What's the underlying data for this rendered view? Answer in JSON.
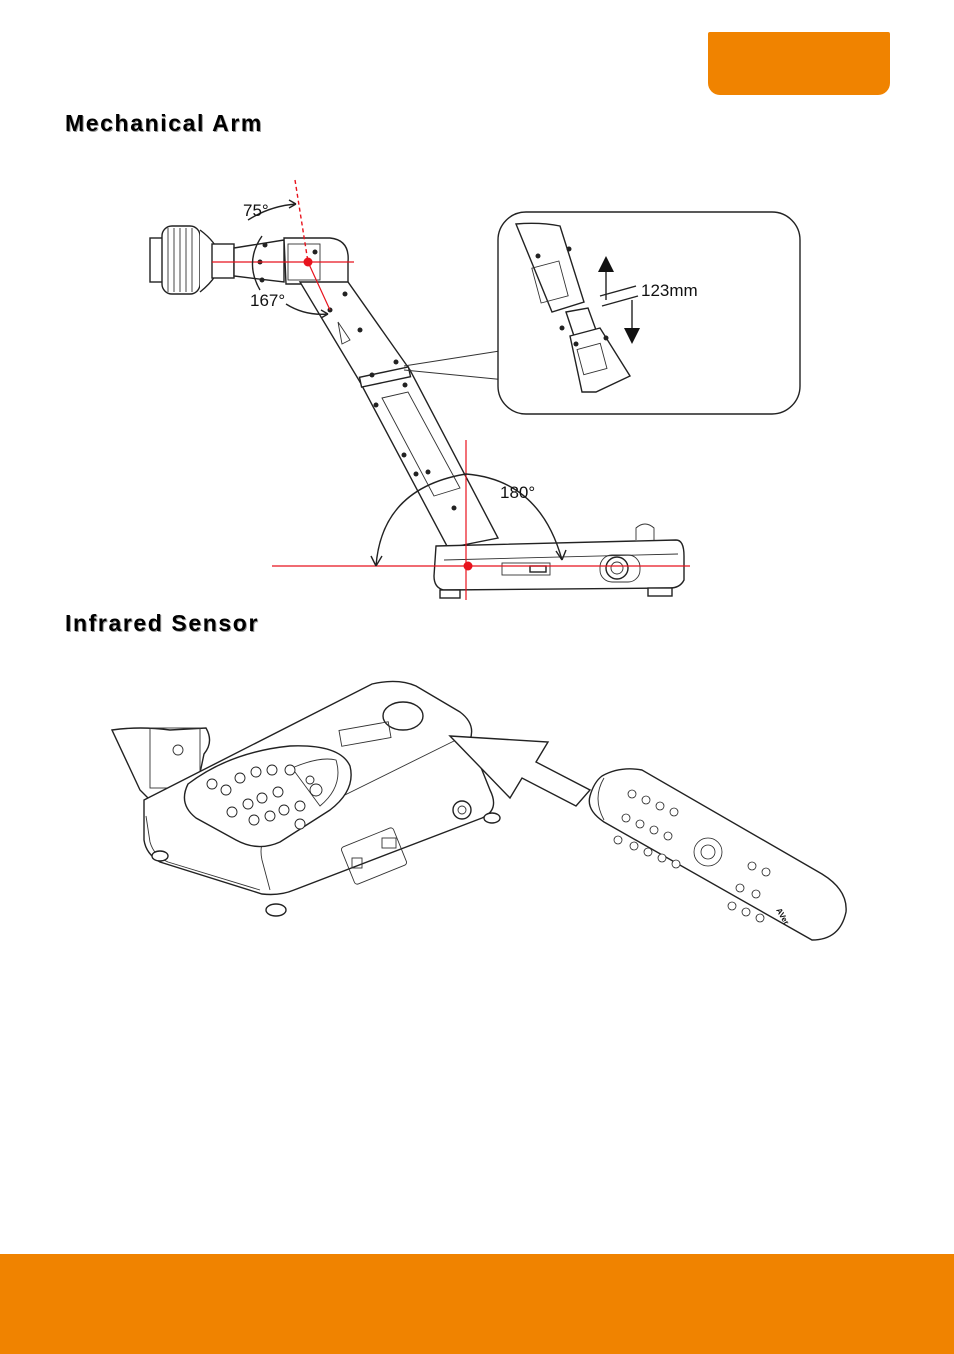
{
  "header": {
    "accent_color": "#f08300"
  },
  "sections": [
    {
      "title": "Mechanical Arm"
    },
    {
      "title": "Infrared Sensor"
    }
  ],
  "diagram_arm": {
    "angle_head_tilt": "75°",
    "angle_arm_joint": "167°",
    "angle_base_rotation": "180°",
    "extension_length": "123mm"
  },
  "diagram_ir": {
    "remote_brand": "AVer"
  },
  "footer": {
    "color": "#f08300"
  }
}
